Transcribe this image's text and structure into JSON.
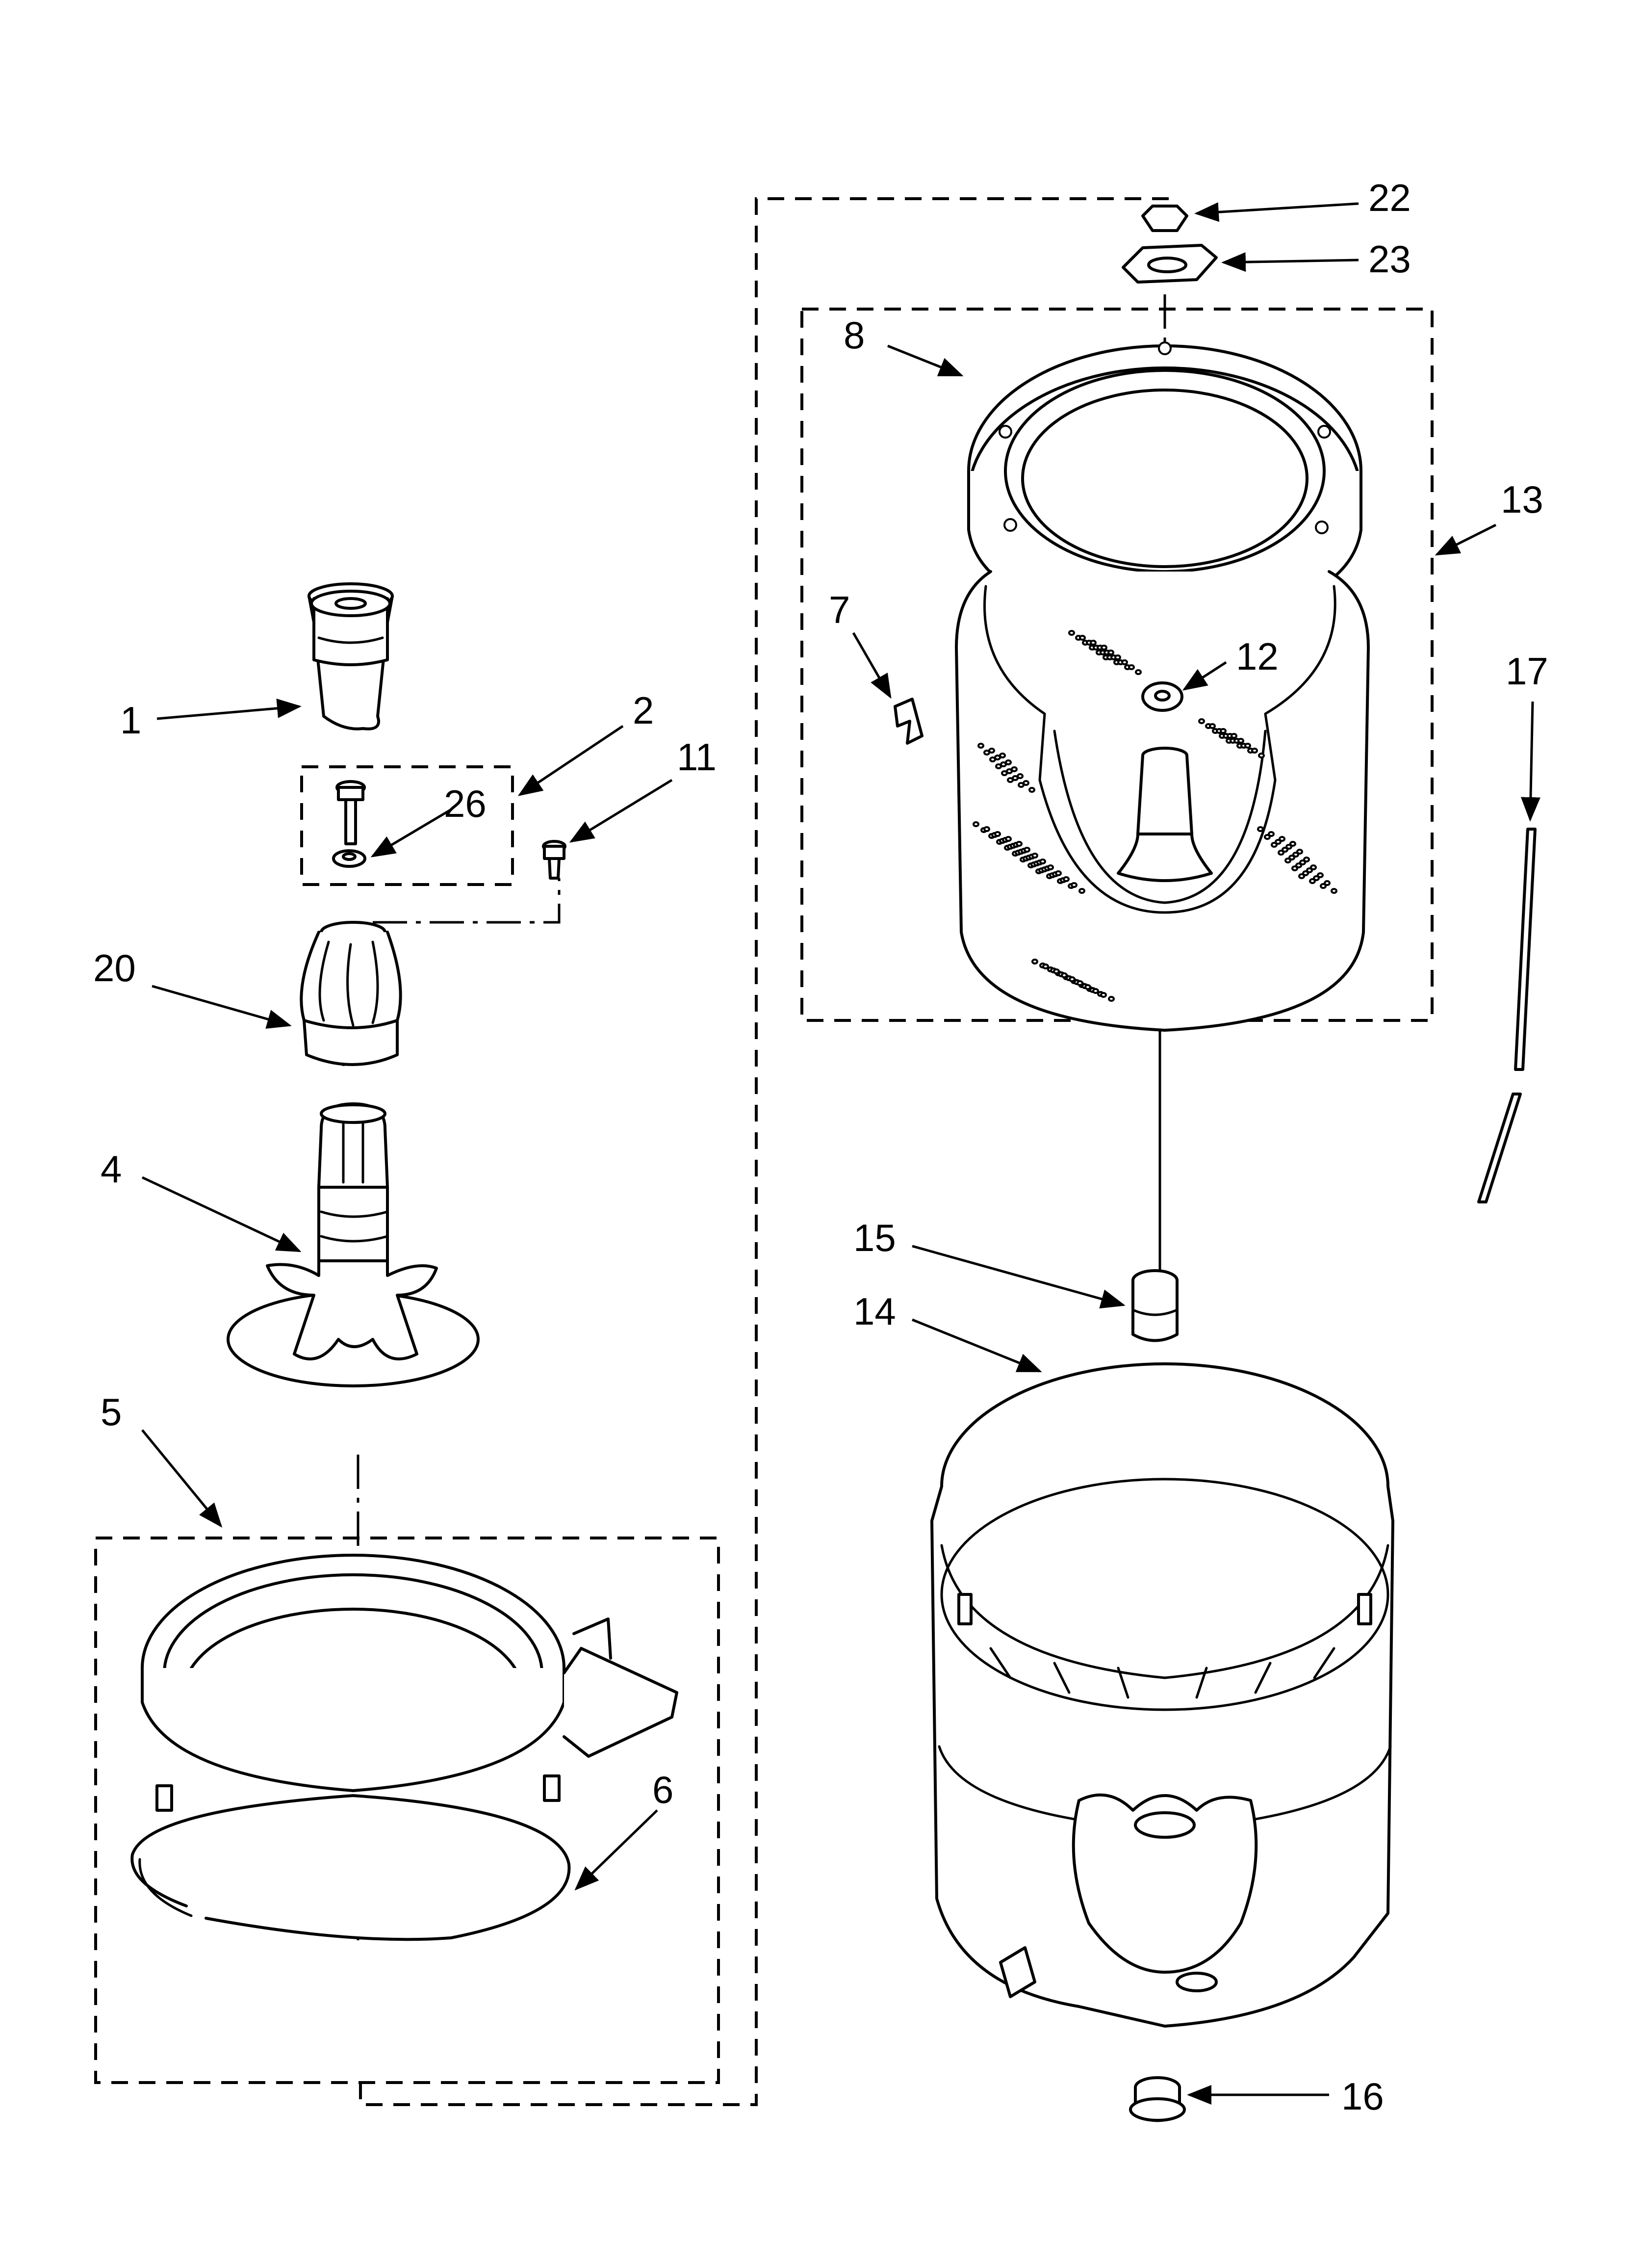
{
  "diagram": {
    "callouts": [
      {
        "id": "1",
        "label": "1"
      },
      {
        "id": "2",
        "label": "2"
      },
      {
        "id": "4",
        "label": "4"
      },
      {
        "id": "5",
        "label": "5"
      },
      {
        "id": "6",
        "label": "6"
      },
      {
        "id": "7",
        "label": "7"
      },
      {
        "id": "8",
        "label": "8"
      },
      {
        "id": "11",
        "label": "11"
      },
      {
        "id": "12",
        "label": "12"
      },
      {
        "id": "13",
        "label": "13"
      },
      {
        "id": "14",
        "label": "14"
      },
      {
        "id": "15",
        "label": "15"
      },
      {
        "id": "16",
        "label": "16"
      },
      {
        "id": "17",
        "label": "17"
      },
      {
        "id": "20",
        "label": "20"
      },
      {
        "id": "22",
        "label": "22"
      },
      {
        "id": "23",
        "label": "23"
      },
      {
        "id": "26",
        "label": "26"
      }
    ],
    "line_color": "#000000",
    "background_color": "#ffffff"
  }
}
